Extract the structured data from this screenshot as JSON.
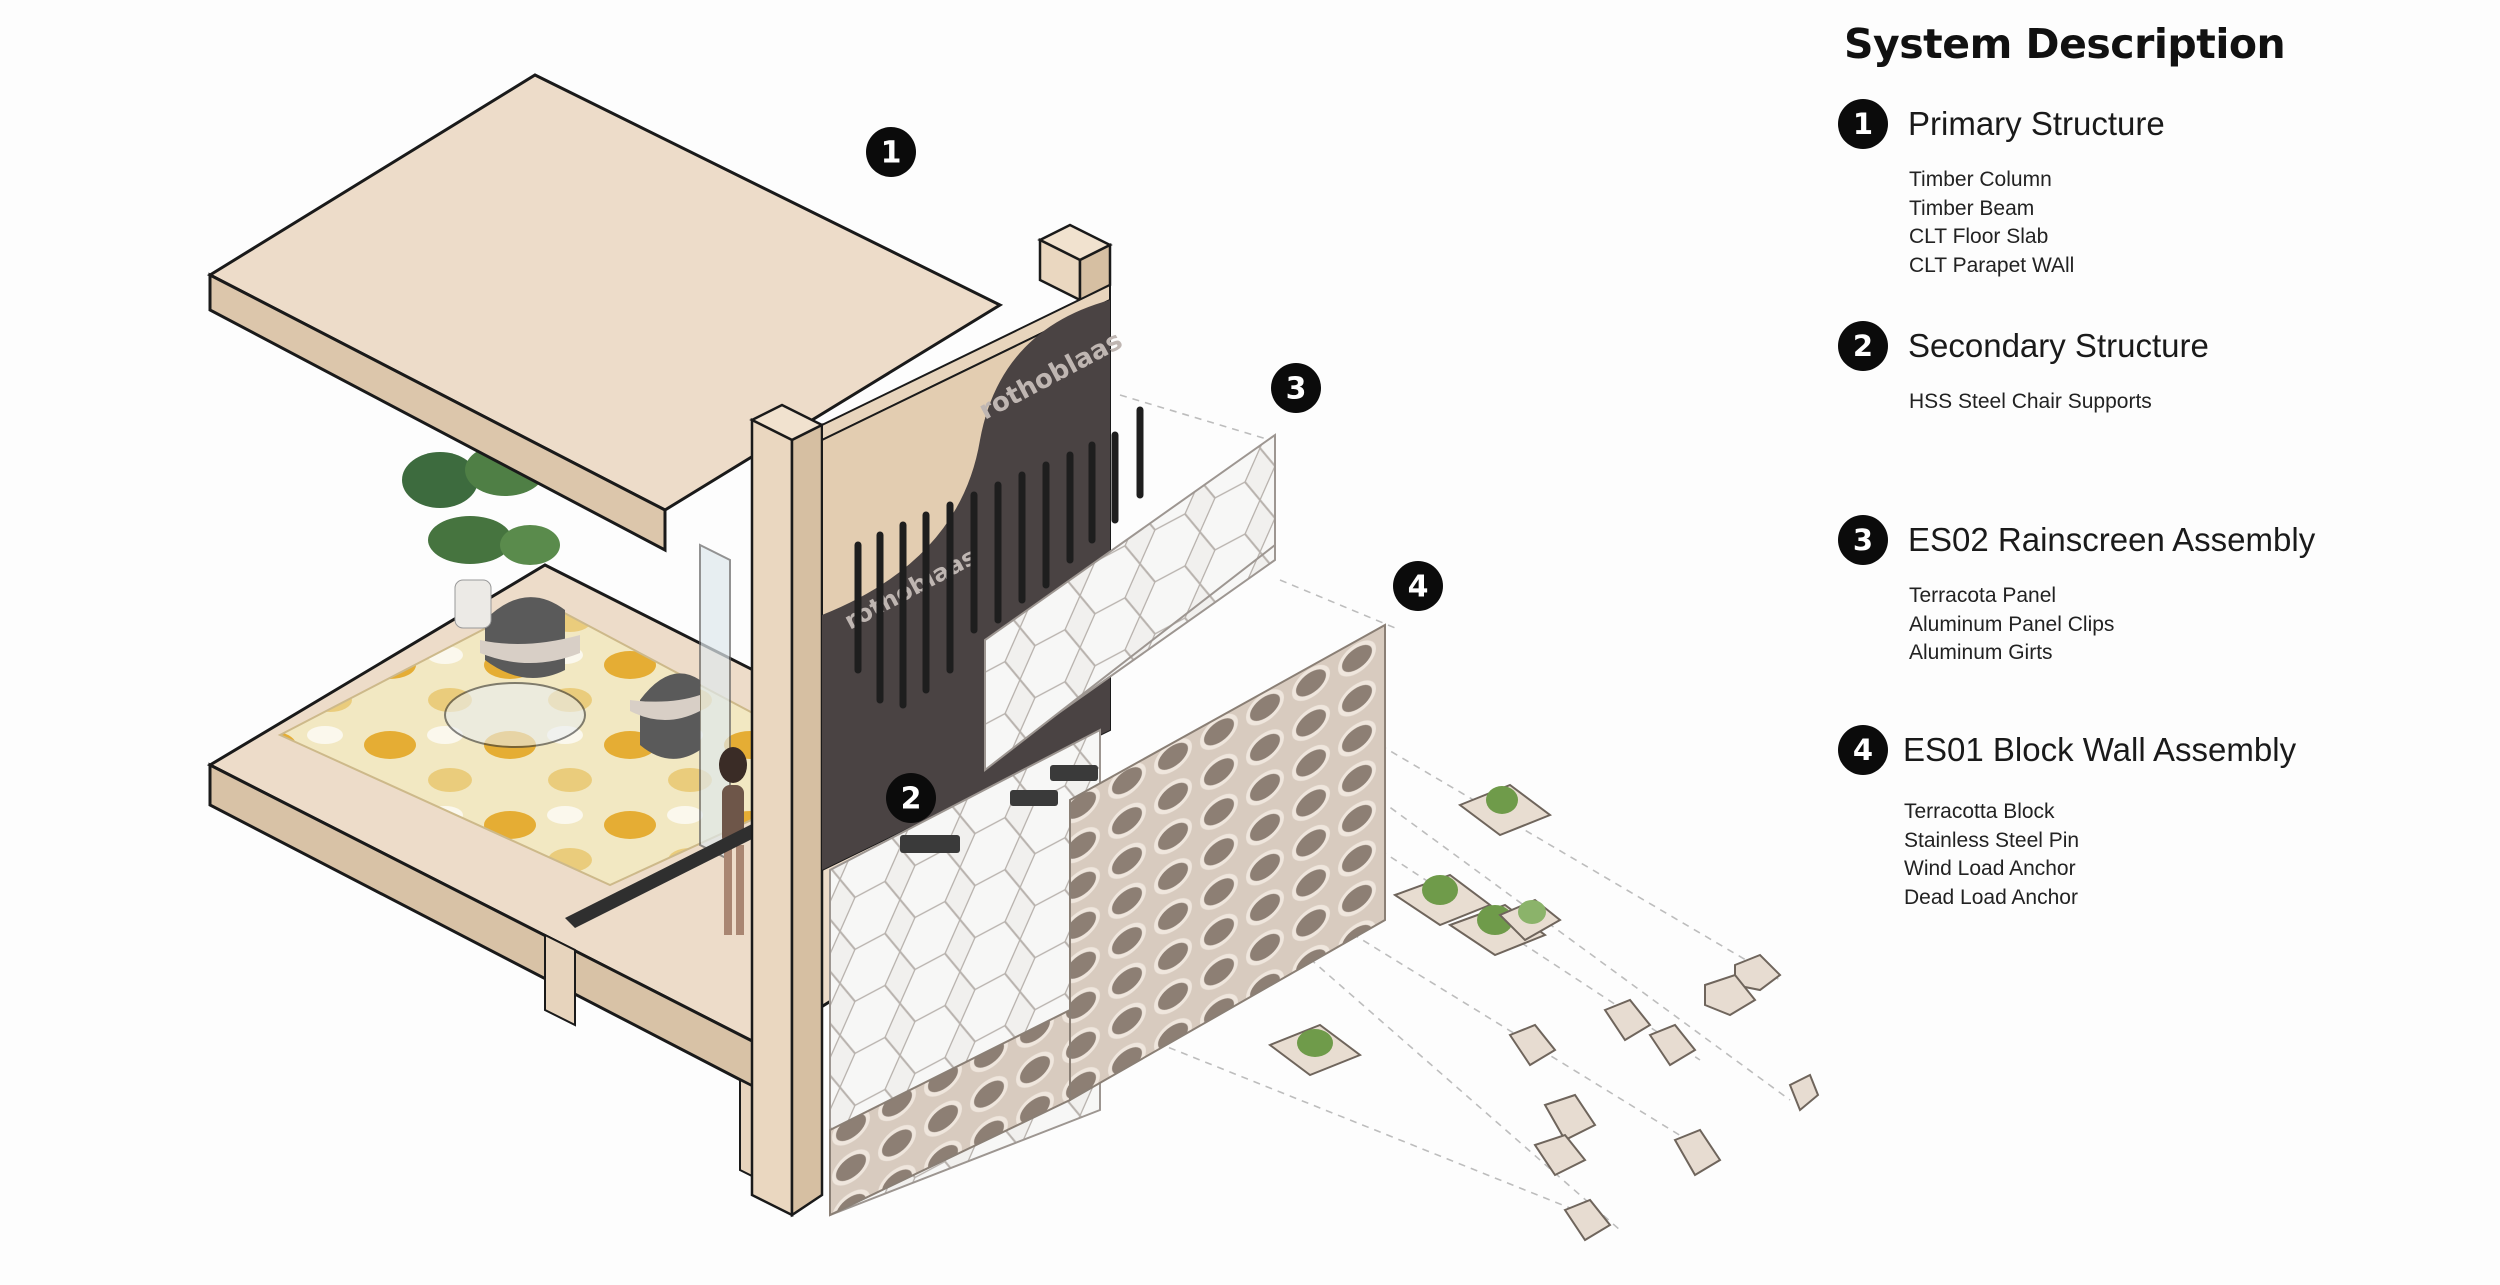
{
  "legend": {
    "title": "System Description",
    "items": [
      {
        "number": "1",
        "name": "Primary Structure",
        "components": [
          "Timber Column",
          "Timber Beam",
          "CLT Floor Slab",
          "CLT Parapet WAll"
        ]
      },
      {
        "number": "2",
        "name": "Secondary Structure",
        "components": [
          "HSS Steel Chair Supports"
        ]
      },
      {
        "number": "3",
        "name": "ES02 Rainscreen Assembly",
        "components": [
          "Terracota Panel",
          "Aluminum Panel Clips",
          "Aluminum Girts"
        ]
      },
      {
        "number": "4",
        "name": "ES01 Block Wall Assembly",
        "components": [
          "Terracotta Block",
          "Stainless Steel Pin",
          "Wind Load Anchor",
          "Dead Load Anchor"
        ]
      }
    ]
  },
  "diagram": {
    "markers": [
      "1",
      "2",
      "3",
      "4"
    ],
    "membrane_brand_text": [
      "rothoblaas",
      "rothoblaas"
    ]
  },
  "colors": {
    "background": "#fdfdfd",
    "timber": "#eddcc9",
    "timber_dark": "#d8c2a6",
    "membrane": "#4a4343",
    "terracotta_block": "#dccfc4",
    "panel": "#f1f0ee",
    "marker": "#0b0b0b",
    "rug": "#f3e6b6",
    "rug_accent": "#e3a21b"
  }
}
